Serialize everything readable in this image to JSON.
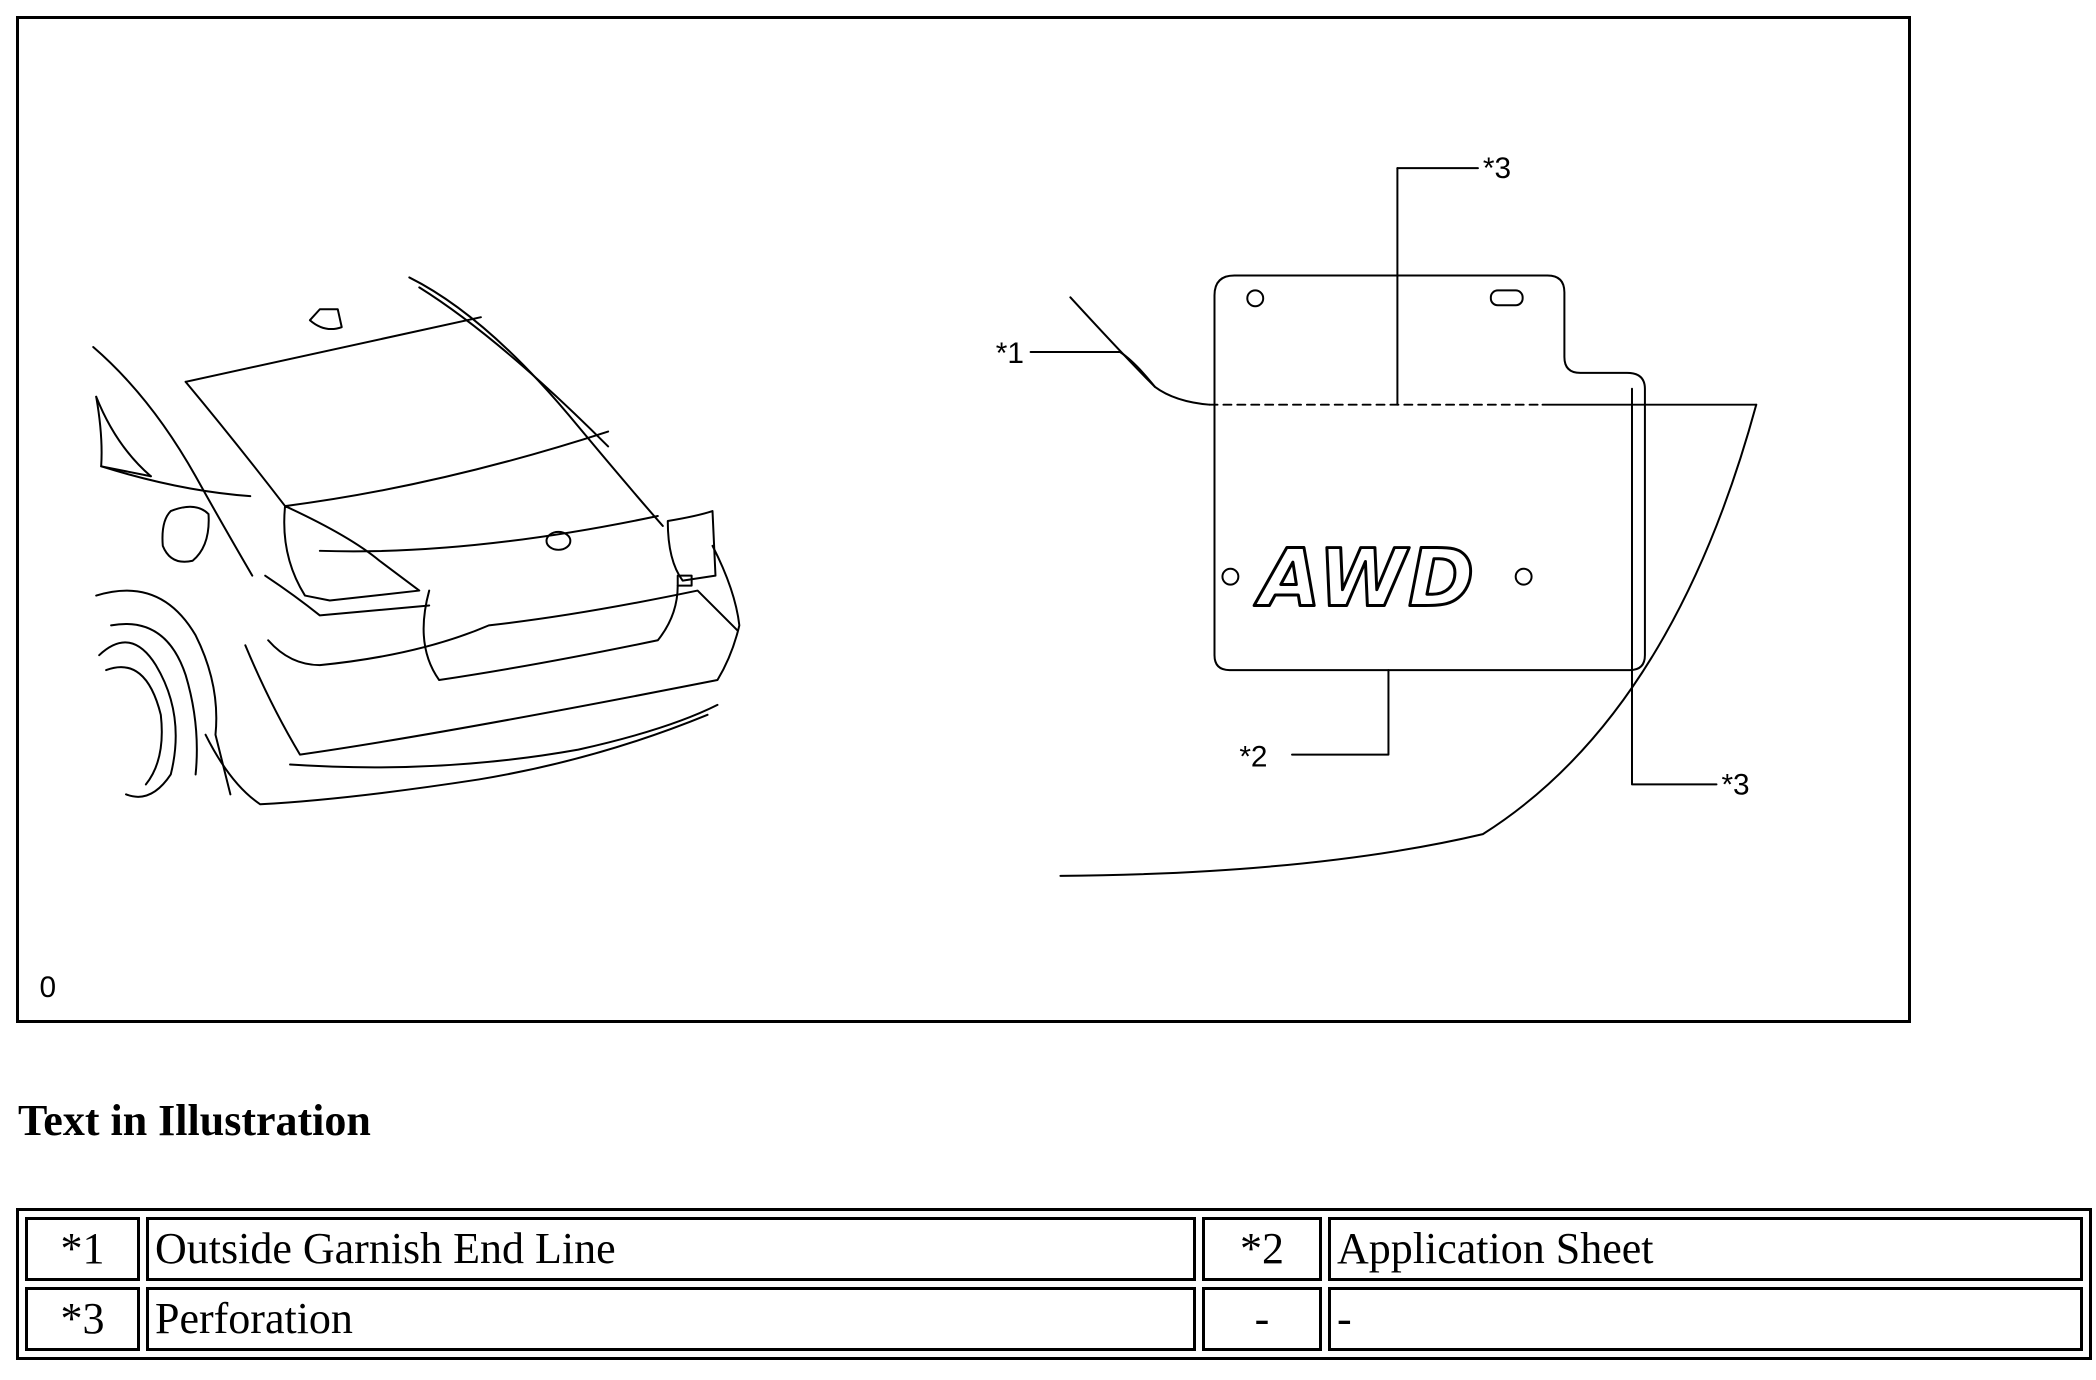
{
  "illustration": {
    "labels": {
      "callout_1": "*1",
      "callout_2": "*2",
      "callout_3_top": "*3",
      "callout_3_bottom": "*3",
      "emblem": "AWD",
      "figure_id": "0"
    }
  },
  "heading": "Text in Illustration",
  "legend": {
    "rows": [
      [
        {
          "code": "*1",
          "text": "Outside Garnish End Line"
        },
        {
          "code": "*2",
          "text": "Application Sheet"
        }
      ],
      [
        {
          "code": "*3",
          "text": "Perforation"
        },
        {
          "code": "-",
          "text": "-"
        }
      ]
    ]
  }
}
